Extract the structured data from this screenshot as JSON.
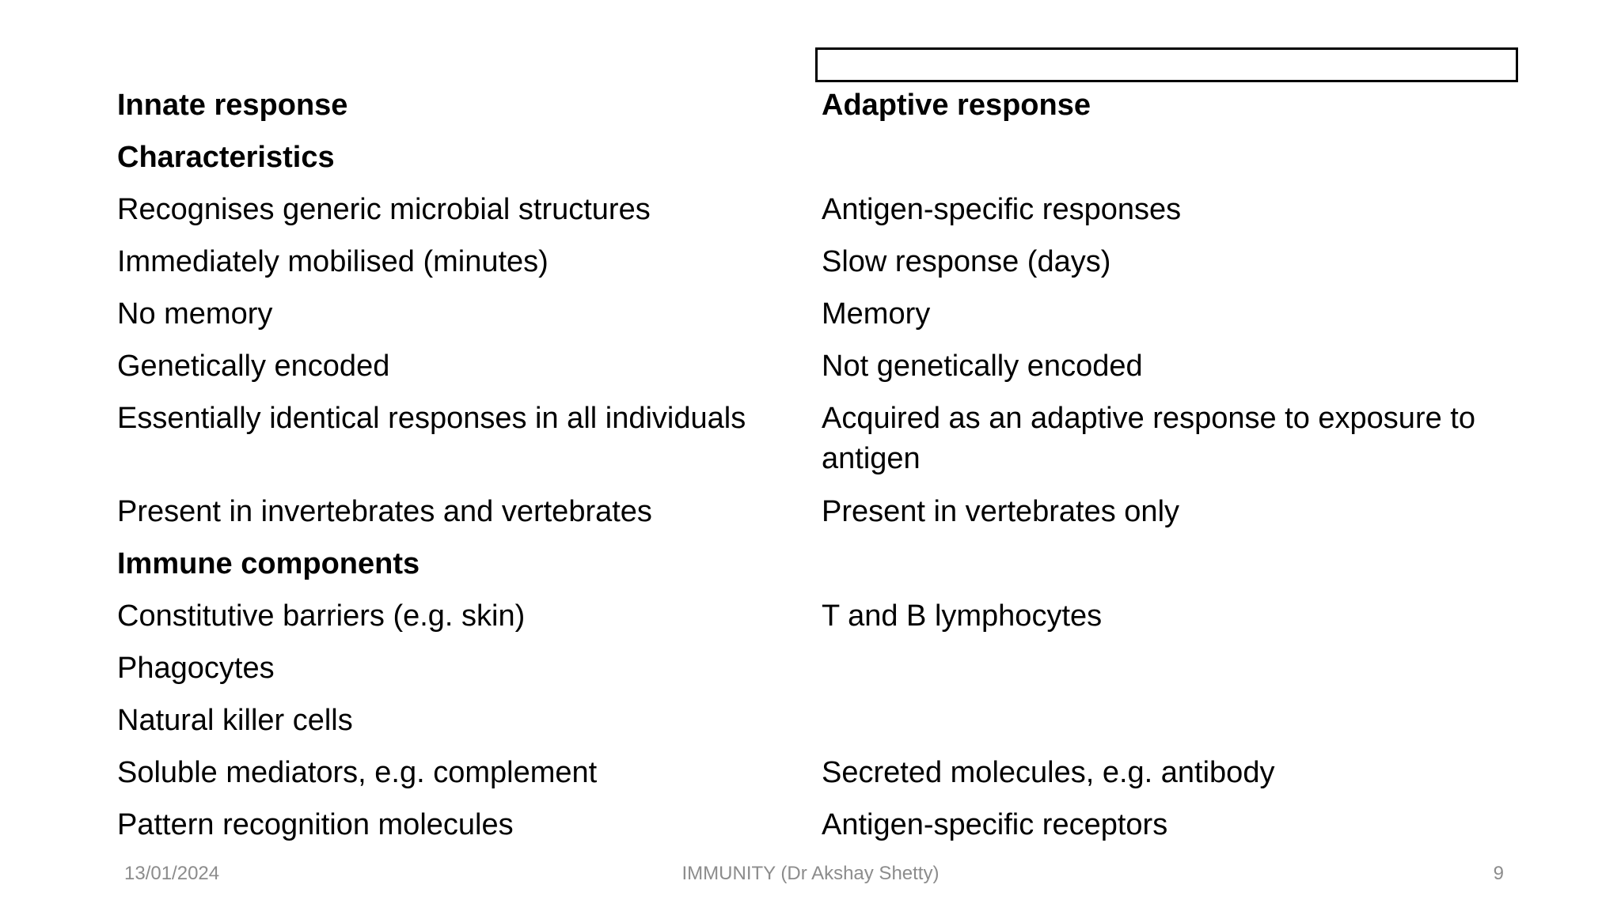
{
  "header": {
    "innate": "Innate response",
    "adaptive": "Adaptive response"
  },
  "sections": {
    "characteristics": "Characteristics",
    "components": "Immune components"
  },
  "characteristics_rows": [
    {
      "innate": "Recognises generic microbial structures",
      "adaptive": "Antigen-specific responses"
    },
    {
      "innate": "Immediately mobilised (minutes)",
      "adaptive": "Slow response (days)"
    },
    {
      "innate": "No memory",
      "adaptive": "Memory"
    },
    {
      "innate": "Genetically encoded",
      "adaptive": "Not genetically encoded"
    },
    {
      "innate": "Essentially identical responses in all individuals",
      "adaptive": "Acquired as an adaptive response to exposure to antigen"
    },
    {
      "innate": "Present in invertebrates and vertebrates",
      "adaptive": "Present in vertebrates only"
    }
  ],
  "components_rows": [
    {
      "innate": "Constitutive barriers (e.g. skin)",
      "adaptive": "T and B lymphocytes"
    },
    {
      "innate": "Phagocytes",
      "adaptive": ""
    },
    {
      "innate": "Natural killer cells",
      "adaptive": ""
    },
    {
      "innate": "Soluble mediators, e.g. complement",
      "adaptive": "Secreted molecules, e.g. antibody"
    },
    {
      "innate": "Pattern recognition molecules",
      "adaptive": "Antigen-specific receptors"
    }
  ],
  "footer": {
    "date": "13/01/2024",
    "title": "IMMUNITY (Dr Akshay Shetty)",
    "page": "9"
  }
}
